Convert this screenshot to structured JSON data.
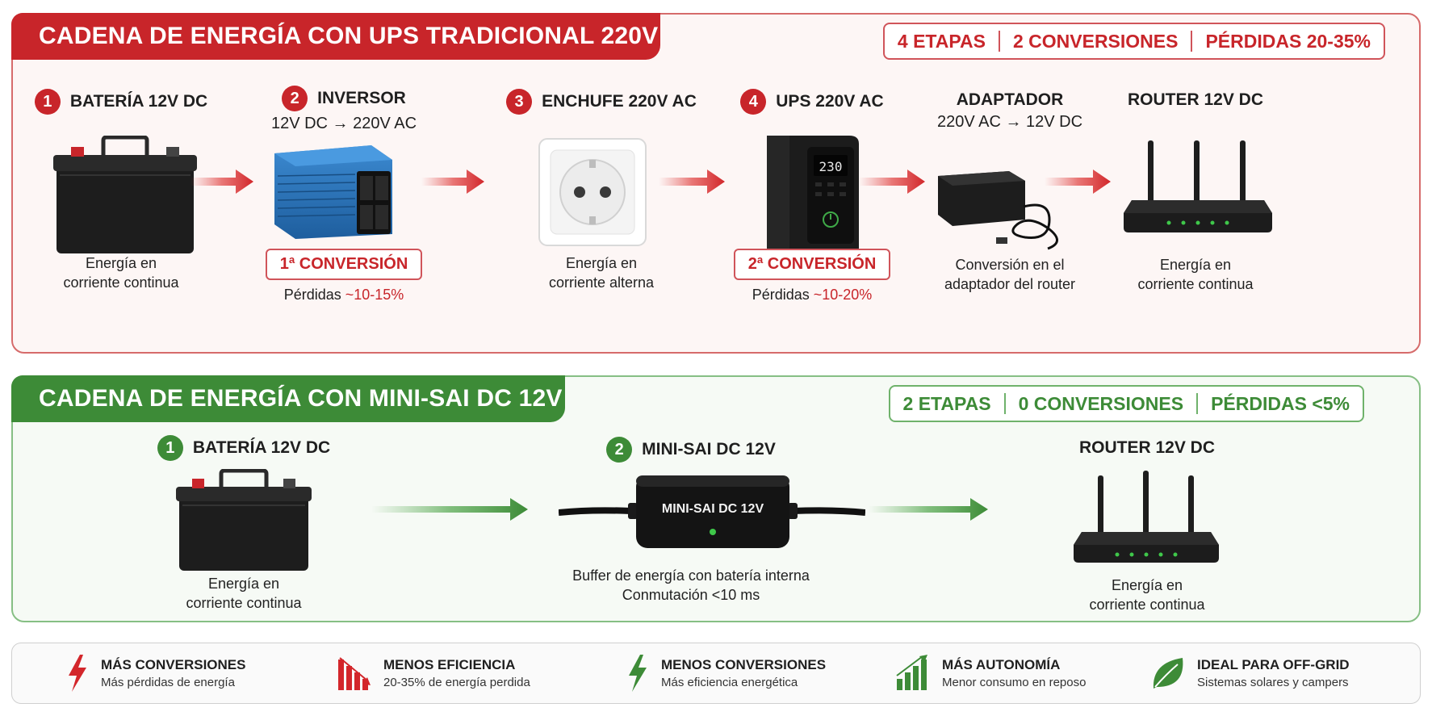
{
  "traditional": {
    "title": "CADENA DE ENERGÍA CON UPS TRADICIONAL 220V",
    "stats": [
      "4 ETAPAS",
      "2 CONVERSIONES",
      "PÉRDIDAS 20-35%"
    ],
    "stages": [
      {
        "number": "1",
        "title": "BATERÍA 12V DC",
        "subtitle": "",
        "caption": [
          "Energía en",
          "corriente continua"
        ]
      },
      {
        "number": "2",
        "title": "INVERSOR",
        "subtitle": "12V DC → 220V AC",
        "conversion": "1ª CONVERSIÓN",
        "loss_label": "Pérdidas",
        "loss_value": "~10-15%"
      },
      {
        "number": "3",
        "title": "ENCHUFE 220V AC",
        "subtitle": "",
        "caption": [
          "Energía en",
          "corriente alterna"
        ]
      },
      {
        "number": "4",
        "title": "UPS 220V AC",
        "subtitle": "",
        "conversion": "2ª CONVERSIÓN",
        "loss_label": "Pérdidas",
        "loss_value": "~10-20%",
        "display_value": "230"
      },
      {
        "number": "",
        "title": "ADAPTADOR",
        "subtitle": "220V AC → 12V DC",
        "caption": [
          "Conversión en el",
          "adaptador del router"
        ]
      },
      {
        "number": "",
        "title": "ROUTER 12V DC",
        "subtitle": "",
        "caption": [
          "Energía en",
          "corriente continua"
        ]
      }
    ]
  },
  "minisai": {
    "title": "CADENA DE ENERGÍA CON MINI-SAI DC 12V",
    "stats": [
      "2 ETAPAS",
      "0 CONVERSIONES",
      "PÉRDIDAS <5%"
    ],
    "stages": [
      {
        "number": "1",
        "title": "BATERÍA 12V DC",
        "caption": [
          "Energía en",
          "corriente continua"
        ]
      },
      {
        "number": "2",
        "title": "MINI-SAI DC 12V",
        "device_label": "MINI-SAI DC 12V",
        "caption": [
          "Buffer de energía con batería interna",
          "Conmutación <10 ms"
        ]
      },
      {
        "number": "",
        "title": "ROUTER 12V DC",
        "caption": [
          "Energía en",
          "corriente continua"
        ]
      }
    ]
  },
  "legend": [
    {
      "icon": "lightning-icon",
      "color": "#d3262b",
      "title": "MÁS CONVERSIONES",
      "text": "Más pérdidas de energía"
    },
    {
      "icon": "falling-bars-icon",
      "color": "#d3262b",
      "title": "MENOS EFICIENCIA",
      "text": "20-35% de energía perdida"
    },
    {
      "icon": "lightning-icon",
      "color": "#3d8b37",
      "title": "MENOS CONVERSIONES",
      "text": "Más eficiencia energética"
    },
    {
      "icon": "rising-bars-icon",
      "color": "#3d8b37",
      "title": "MÁS AUTONOMÍA",
      "text": "Menor consumo en reposo"
    },
    {
      "icon": "leaf-icon",
      "color": "#3d8b37",
      "title": "IDEAL PARA OFF-GRID",
      "text": "Sistemas solares y campers"
    }
  ],
  "colors": {
    "red": "#c8252a",
    "green": "#3d8b37"
  }
}
